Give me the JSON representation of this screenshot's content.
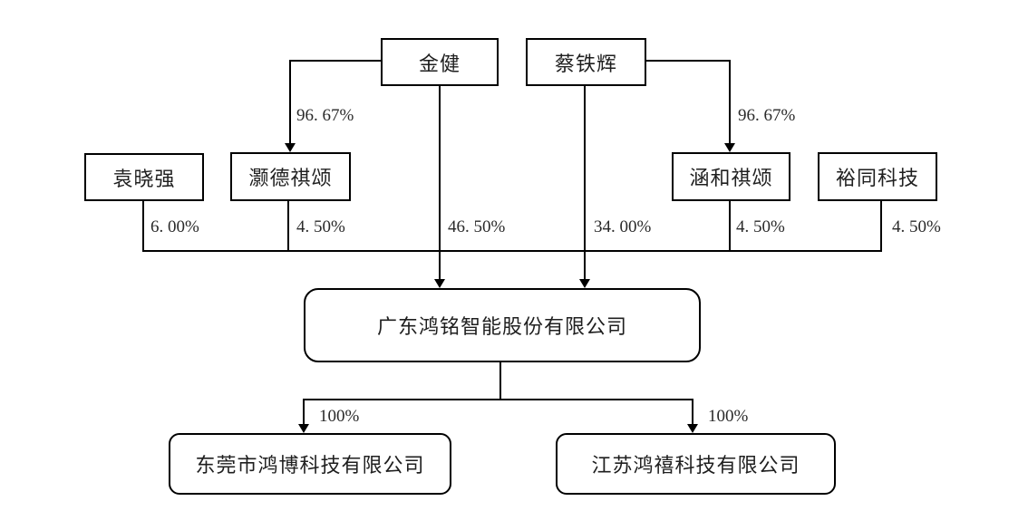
{
  "diagram": {
    "type": "equity-structure",
    "colors": {
      "line": "#000000",
      "text": "#1c1c1c",
      "background": "#ffffff",
      "box_background": "#ffffff"
    },
    "nodes": {
      "jinjian": "金健",
      "caitiehui": "蔡铁辉",
      "yuanxiaoqiang": "袁晓强",
      "haodeqisong": "灏德祺颂",
      "hanheqisong": "涵和祺颂",
      "yutongkeji": "裕同科技",
      "parent_company": "广东鸿铭智能股份有限公司",
      "subsidiary_left": "东莞市鸿博科技有限公司",
      "subsidiary_right": "江苏鸿禧科技有限公司"
    },
    "ownership": {
      "jinjian_to_haodeqisong": "96. 67%",
      "caitiehui_to_hanheqisong": "96. 67%",
      "yuanxiaoqiang_to_company": "6. 00%",
      "haodeqisong_to_company": "4. 50%",
      "jinjian_to_company": "46. 50%",
      "caitiehui_to_company": "34. 00%",
      "hanheqisong_to_company": "4. 50%",
      "yutongkeji_to_company": "4. 50%",
      "company_to_subsidiary_left": "100%",
      "company_to_subsidiary_right": "100%"
    }
  }
}
